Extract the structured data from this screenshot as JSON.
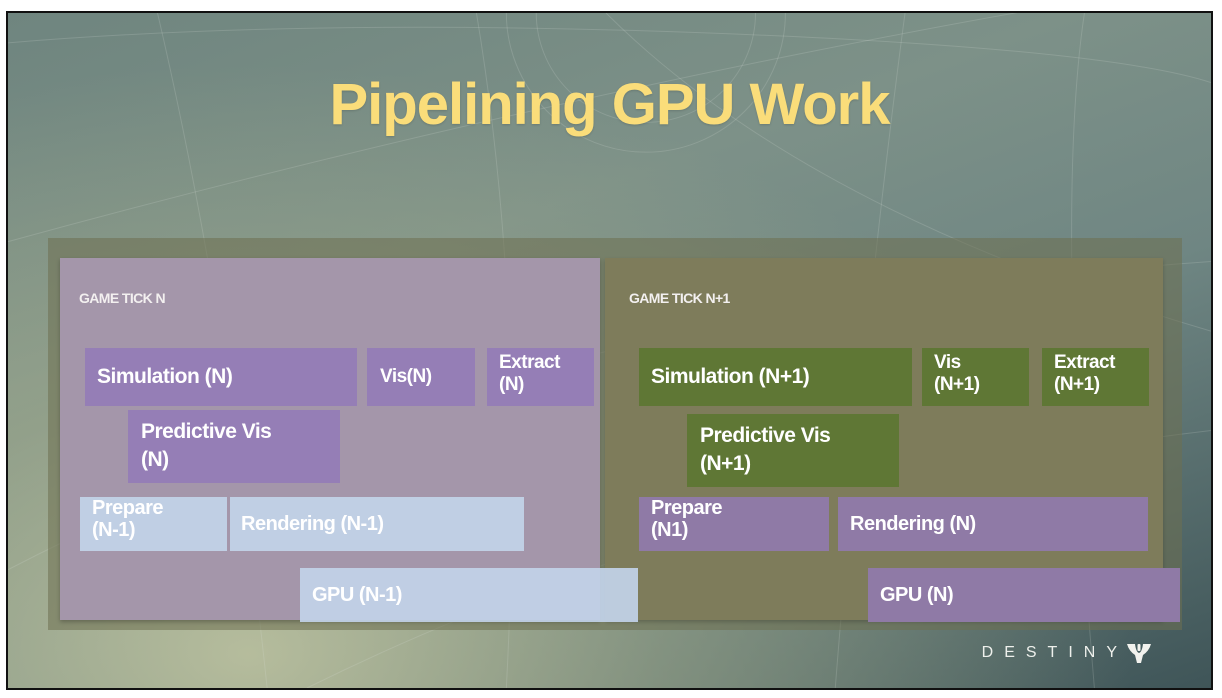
{
  "slide": {
    "title": "Pipelining GPU Work",
    "brand": "DESTINY",
    "brand_icon": "destiny-tricorn-icon",
    "colors": {
      "title": "#fadd7a",
      "tick_n_panel": "#a496aa",
      "tick_n1_panel": "#7e7c5b",
      "sim_purple": "#957eb6",
      "render_purple": "#8f7aa6",
      "sim_green": "#5f7735",
      "render_lightblue": "#c0cfe4"
    }
  },
  "ticks": [
    {
      "label": "GAME TICK N",
      "tasks": {
        "simulation": "Simulation (N)",
        "vis": "Vis(N)",
        "extract_line1": "Extract",
        "extract_line2": "(N)",
        "predictive_vis_line1": "Predictive Vis",
        "predictive_vis_line2": "(N)",
        "prepare_line1": "Prepare",
        "prepare_line2": "(N-1)",
        "rendering": "Rendering (N-1)",
        "gpu": "GPU (N-1)"
      }
    },
    {
      "label": "GAME TICK N+1",
      "tasks": {
        "simulation": "Simulation (N+1)",
        "vis_line1": "Vis",
        "vis_line2": "(N+1)",
        "extract_line1": "Extract",
        "extract_line2": "(N+1)",
        "predictive_vis_line1": "Predictive Vis",
        "predictive_vis_line2": "(N+1)",
        "prepare_line1": "Prepare",
        "prepare_line2": "(N1)",
        "rendering": "Rendering (N)",
        "gpu": "GPU (N)"
      }
    }
  ]
}
